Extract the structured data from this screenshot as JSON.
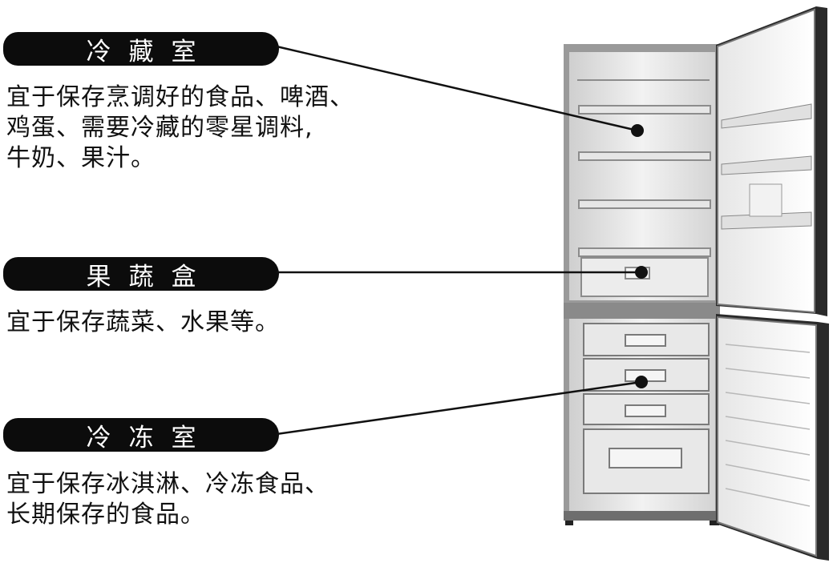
{
  "compartments": [
    {
      "title": "冷藏室",
      "description": [
        "宜于保存烹调好的食品、啤酒、",
        "鸡蛋、需要冷藏的零星调料,",
        "牛奶、果汁。"
      ]
    },
    {
      "title": "果蔬盒",
      "description": [
        "宜于保存蔬菜、水果等。"
      ]
    },
    {
      "title": "冷冻室",
      "description": [
        "宜于保存冰淇淋、冷冻食品、",
        "长期保存的食品。"
      ]
    }
  ],
  "colors": {
    "label_background": "#0c0c0c",
    "label_text": "#ffffff",
    "body_text": "#111111"
  }
}
